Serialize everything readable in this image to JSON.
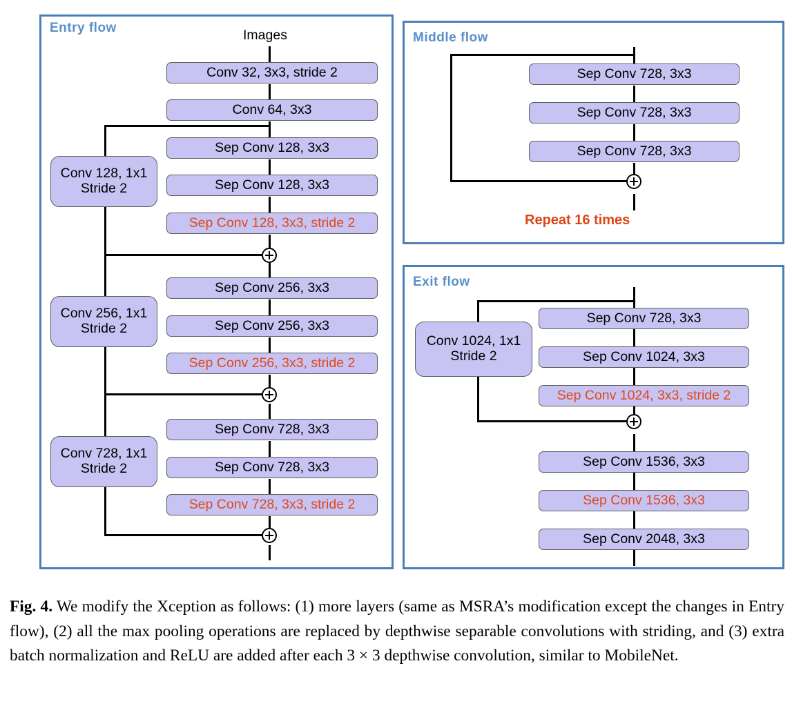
{
  "figure": {
    "entry_flow": {
      "title": "Entry  flow",
      "input_label": "Images",
      "main_boxes": [
        {
          "label": "Conv 32, 3x3, stride 2",
          "red": false
        },
        {
          "label": "Conv 64, 3x3",
          "red": false
        },
        {
          "label": "Sep Conv 128, 3x3",
          "red": false
        },
        {
          "label": "Sep Conv 128, 3x3",
          "red": false
        },
        {
          "label": "Sep Conv 128, 3x3, stride 2",
          "red": true
        },
        {
          "label": "Sep Conv 256, 3x3",
          "red": false
        },
        {
          "label": "Sep Conv 256, 3x3",
          "red": false
        },
        {
          "label": "Sep Conv 256, 3x3, stride 2",
          "red": true
        },
        {
          "label": "Sep Conv 728, 3x3",
          "red": false
        },
        {
          "label": "Sep Conv 728, 3x3",
          "red": false
        },
        {
          "label": "Sep Conv 728, 3x3, stride 2",
          "red": true
        }
      ],
      "shortcut_boxes": [
        {
          "line1": "Conv 128, 1x1",
          "line2": "Stride 2"
        },
        {
          "line1": "Conv 256, 1x1",
          "line2": "Stride 2"
        },
        {
          "line1": "Conv 728, 1x1",
          "line2": "Stride 2"
        }
      ],
      "junction_symbol": "+",
      "junction_count": 3
    },
    "middle_flow": {
      "title": "Middle  flow",
      "main_boxes": [
        {
          "label": "Sep Conv 728, 3x3",
          "red": false
        },
        {
          "label": "Sep Conv 728, 3x3",
          "red": false
        },
        {
          "label": "Sep Conv 728, 3x3",
          "red": false
        }
      ],
      "repeat_label": "Repeat 16 times",
      "junction_symbol": "+"
    },
    "exit_flow": {
      "title": "Exit  flow",
      "main_boxes": [
        {
          "label": "Sep Conv 728, 3x3",
          "red": false
        },
        {
          "label": "Sep Conv 1024, 3x3",
          "red": false
        },
        {
          "label": "Sep Conv 1024, 3x3, stride 2",
          "red": true
        },
        {
          "label": "Sep Conv 1536, 3x3",
          "red": false
        },
        {
          "label": "Sep Conv 1536, 3x3",
          "red": true
        },
        {
          "label": "Sep Conv 2048, 3x3",
          "red": false
        }
      ],
      "shortcut_boxes": [
        {
          "line1": "Conv 1024, 1x1",
          "line2": "Stride 2"
        }
      ],
      "junction_symbol": "+"
    }
  },
  "caption": {
    "label": "Fig. 4.",
    "text": " We modify the Xception as follows: (1) more layers (same as MSRA’s modification except the changes in Entry flow), (2) all the max pooling operations are replaced by depthwise separable convolutions with striding, and (3) extra batch normalization and ReLU are added after each 3 × 3 depthwise convolution, similar to MobileNet."
  },
  "colors": {
    "box_fill": "#c7c3f2",
    "box_stroke": "#5d5d5d",
    "panel_border": "#4a7ebb",
    "panel_title": "#5b8fc9",
    "highlight_red": "#e0491b",
    "repeat_red": "#dc4716",
    "wire": "#000000"
  }
}
